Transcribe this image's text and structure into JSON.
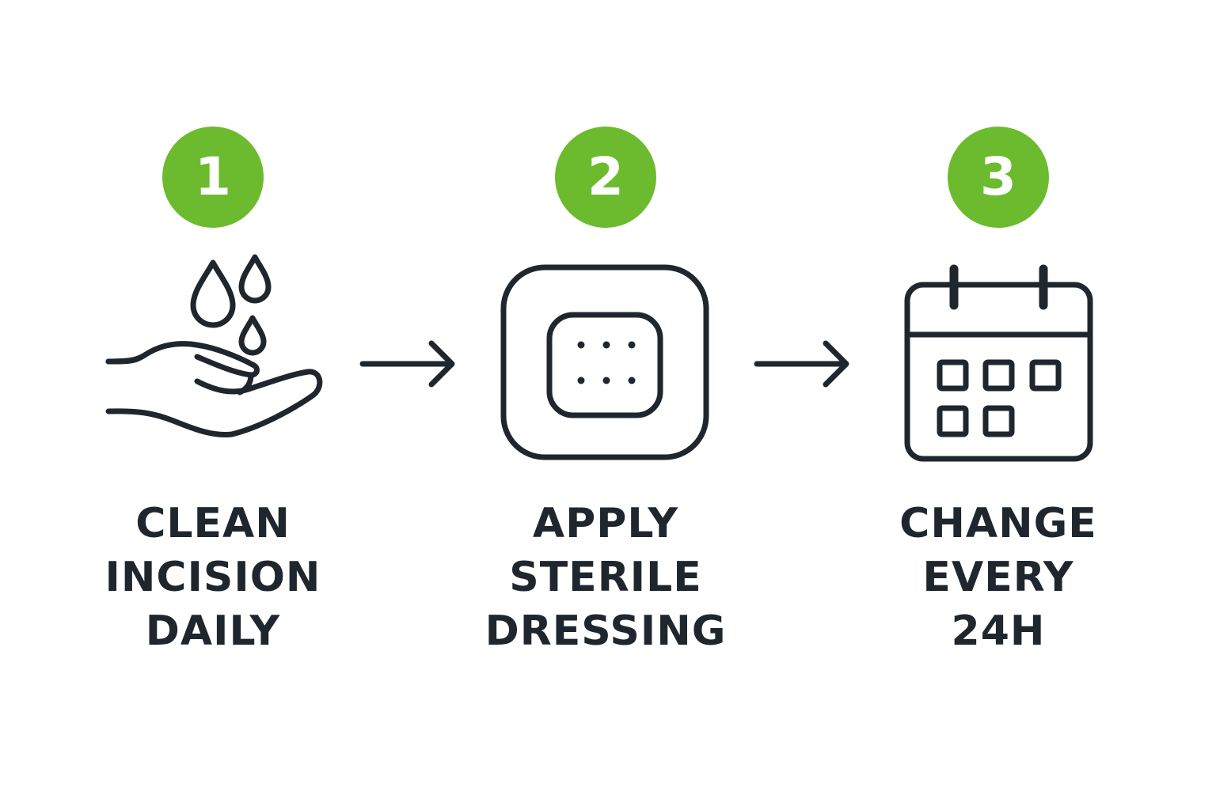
{
  "colors": {
    "badge": "#6cbb2f",
    "badge_text": "#ffffff",
    "ink": "#1f262d",
    "background": "#ffffff"
  },
  "steps": [
    {
      "number": "1",
      "icon": "hand-water-drops-icon",
      "label_lines": [
        "CLEAN",
        "INCISION",
        "DAILY"
      ]
    },
    {
      "number": "2",
      "icon": "sterile-dressing-icon",
      "label_lines": [
        "APPLY",
        "STERILE",
        "DRESSING"
      ]
    },
    {
      "number": "3",
      "icon": "calendar-icon",
      "label_lines": [
        "CHANGE",
        "EVERY",
        "24H"
      ]
    }
  ],
  "connectors": [
    "arrow-right-icon",
    "arrow-right-icon"
  ]
}
